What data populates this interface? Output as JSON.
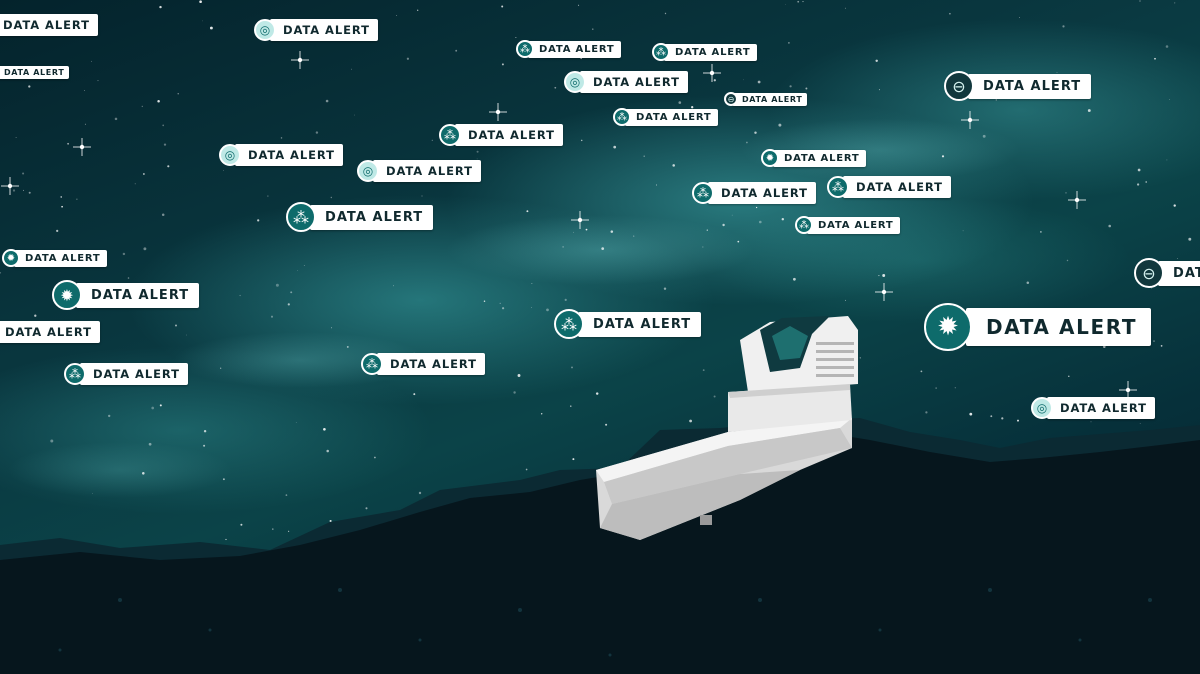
{
  "alerts": [
    {
      "label": "DATA ALERT",
      "icon": "cell-icon"
    },
    {
      "label": "DATA ALERT",
      "icon": "target-icon"
    },
    {
      "label": "DATA ALERT",
      "icon": "cell-icon"
    },
    {
      "label": "DATA ALERT",
      "icon": "cell-icon"
    },
    {
      "label": "DATA ALERT",
      "icon": "target-icon"
    },
    {
      "label": "DATA ALERT",
      "icon": "cell-icon"
    },
    {
      "label": "DATA ALERT",
      "icon": "galaxy-icon"
    },
    {
      "label": "DATA ALERT",
      "icon": "galaxy-icon"
    },
    {
      "label": "DATA ALERT",
      "icon": "cell-icon"
    },
    {
      "label": "DATA ALERT",
      "icon": "target-icon"
    },
    {
      "label": "DATA ALERT",
      "icon": "target-icon"
    },
    {
      "label": "DATA ALERT",
      "icon": "starburst-icon"
    },
    {
      "label": "DATA ALERT",
      "icon": "cell-icon"
    },
    {
      "label": "DATA ALERT",
      "icon": "cell-icon"
    },
    {
      "label": "DATA ALERT",
      "icon": "cell-icon"
    },
    {
      "label": "DATA ALERT",
      "icon": "cell-icon"
    },
    {
      "label": "DATA ALERT",
      "icon": "starburst-icon"
    },
    {
      "label": "DATA ALERT",
      "icon": "galaxy-icon"
    },
    {
      "label": "DATA ALERT",
      "icon": "starburst-icon"
    },
    {
      "label": "DATA ALERT",
      "icon": "cell-icon"
    },
    {
      "label": "DATA ALERT",
      "icon": "starburst-icon"
    },
    {
      "label": "DATA ALERT",
      "icon": "cell-icon"
    },
    {
      "label": "DATA ALERT",
      "icon": "cell-icon"
    },
    {
      "label": "DATA ALERT",
      "icon": "target-icon"
    },
    {
      "label": "DATA ALERT",
      "icon": "cell-icon"
    },
    {
      "label": "DATA ALERT",
      "icon": "cell-icon"
    }
  ],
  "colors": {
    "sky_dark": "#03202a",
    "nebula": "#4fc3c3",
    "icon_teal": "#0e6b6b",
    "label_bg": "#ffffff",
    "label_text": "#10292e",
    "mountain": "#071a22",
    "observatory": "#e8e8e8"
  }
}
